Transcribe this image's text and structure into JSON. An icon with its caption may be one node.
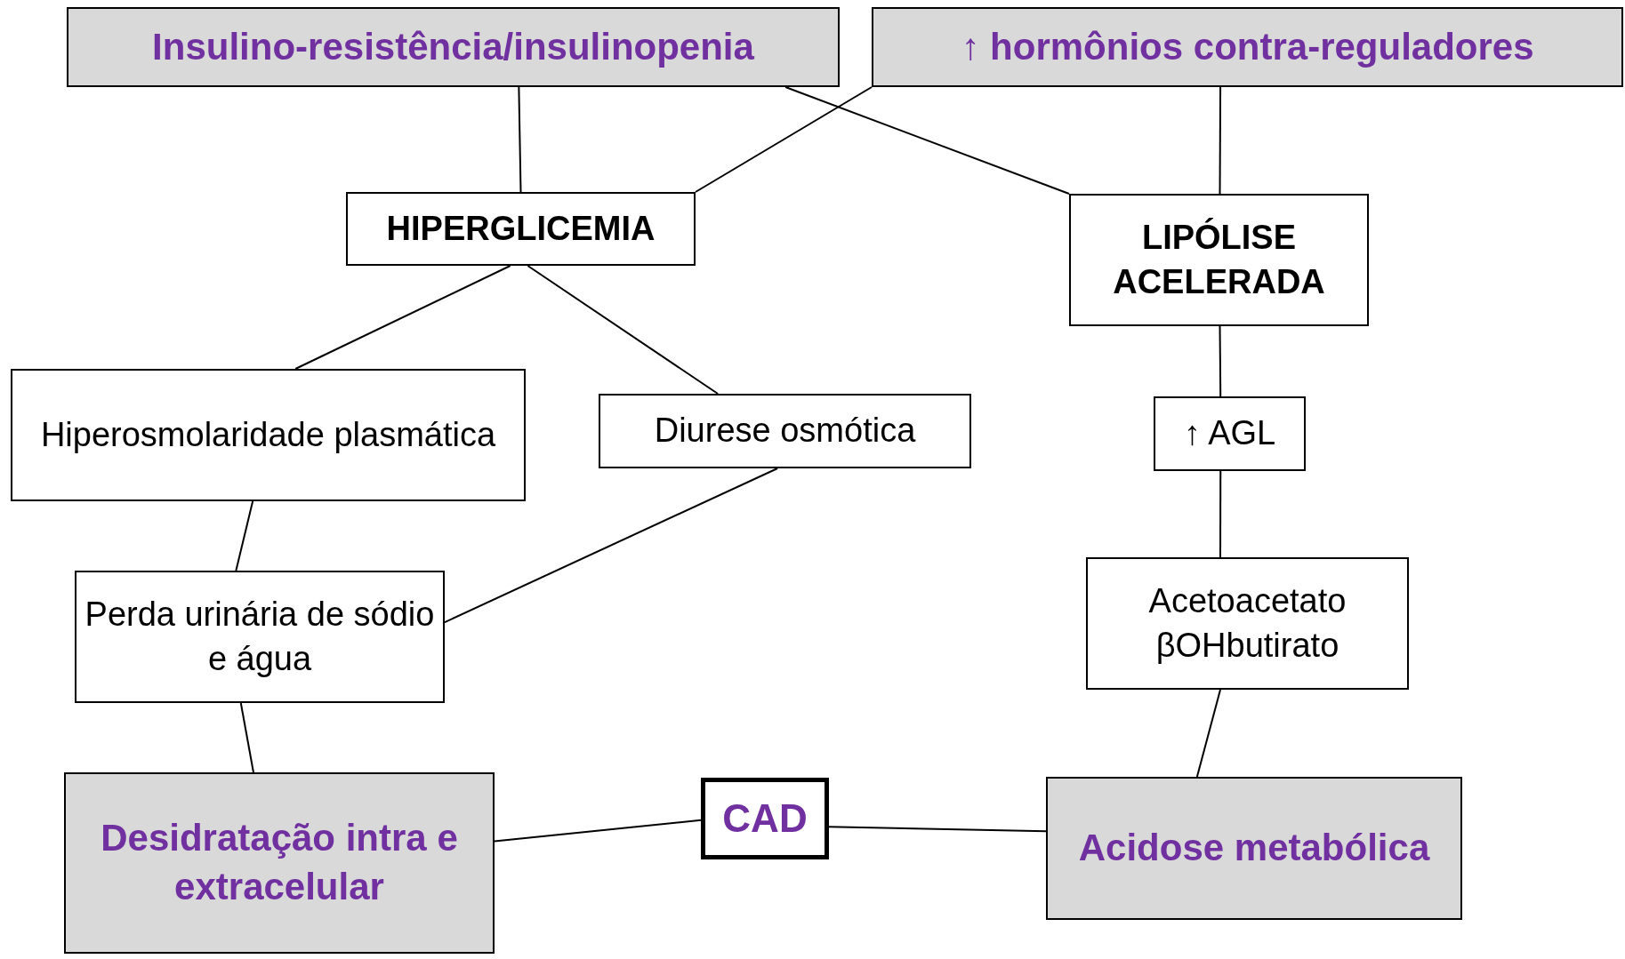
{
  "diagram": {
    "nodes": [
      {
        "text": [
          "Insulino-resistência/insulinopenia"
        ]
      },
      {
        "text": [
          "↑ hormônios contra-reguladores"
        ]
      },
      {
        "text": [
          "HIPERGLICEMIA"
        ]
      },
      {
        "text": [
          "LIPÓLISE ACELERADA"
        ]
      },
      {
        "text": [
          "Hiperosmolaridade plasmática"
        ]
      },
      {
        "text": [
          "Diurese osmótica"
        ]
      },
      {
        "text": [
          "↑ AGL"
        ]
      },
      {
        "text": [
          "Perda urinária de sódio e água"
        ]
      },
      {
        "text": [
          "Acetoacetato βOHbutirato"
        ]
      },
      {
        "text": [
          "Desidratação intra e extracelular"
        ]
      },
      {
        "text": [
          "CAD"
        ]
      },
      {
        "text": [
          "Acidose metabólica"
        ]
      }
    ],
    "edges": [
      {
        "from": 0,
        "to": 2,
        "arrow": "none"
      },
      {
        "from": 1,
        "to": 2,
        "arrow": "none"
      },
      {
        "from": 0,
        "to": 3,
        "arrow": "none"
      },
      {
        "from": 1,
        "to": 3,
        "arrow": "none"
      },
      {
        "from": 2,
        "to": 4,
        "arrow": "none"
      },
      {
        "from": 2,
        "to": 5,
        "arrow": "none"
      },
      {
        "from": 4,
        "to": 7,
        "arrow": "none"
      },
      {
        "from": 5,
        "to": 7,
        "arrow": "none"
      },
      {
        "from": 3,
        "to": 6,
        "arrow": "none"
      },
      {
        "from": 6,
        "to": 8,
        "arrow": "none"
      },
      {
        "from": 8,
        "to": 11,
        "arrow": "none"
      },
      {
        "from": 7,
        "to": 9,
        "arrow": "none"
      },
      {
        "from": 9,
        "to": 10,
        "arrow": "none"
      },
      {
        "from": 10,
        "to": 11,
        "arrow": "none"
      }
    ]
  }
}
